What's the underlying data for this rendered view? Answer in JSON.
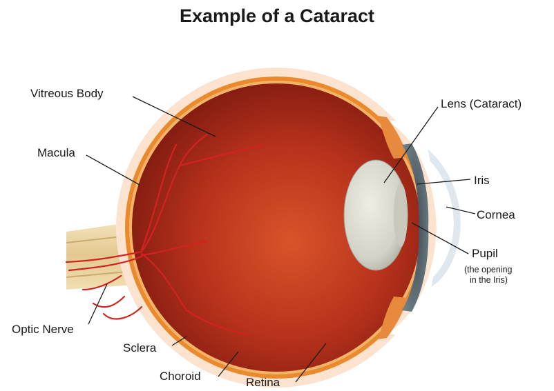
{
  "title": "Example of a Cataract",
  "labels": {
    "vitreous_body": "Vitreous Body",
    "macula": "Macula",
    "optic_nerve": "Optic Nerve",
    "sclera": "Sclera",
    "choroid": "Choroid",
    "retina": "Retina",
    "lens": "Lens (Cataract)",
    "iris": "Iris",
    "cornea": "Cornea",
    "pupil": "Pupil",
    "pupil_note_1": "(the opening",
    "pupil_note_2": "in the Iris)"
  },
  "colors": {
    "eye_interior": "#b8321c",
    "sclera": "#f8cfae",
    "choroid": "#e98a2e",
    "lens_cataract": "#d8d8cc",
    "optic_nerve": "#ead5a6",
    "vessels": "#d22222"
  }
}
